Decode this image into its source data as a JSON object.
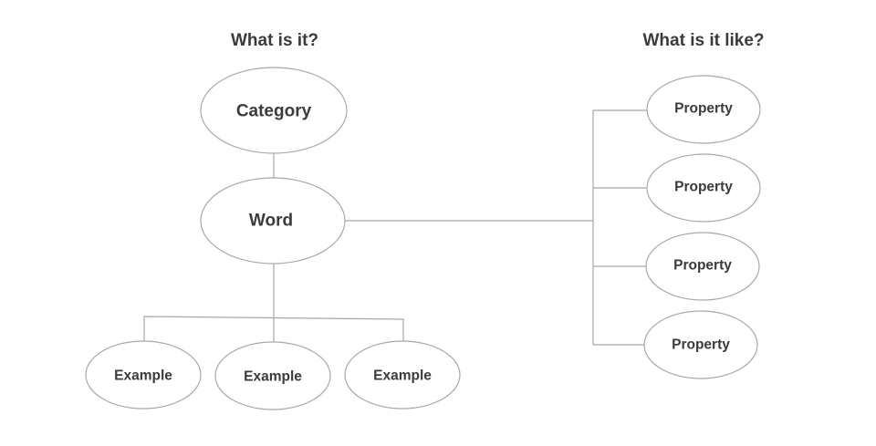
{
  "headings": {
    "left": "What is it?",
    "right": "What is it like?"
  },
  "nodes": {
    "category": "Category",
    "word": "Word",
    "examples": [
      "Example",
      "Example",
      "Example"
    ],
    "properties": [
      "Property",
      "Property",
      "Property",
      "Property"
    ]
  },
  "colors": {
    "stroke": "#a8a8a8",
    "text": "#3b3b3b",
    "background": "#ffffff"
  }
}
